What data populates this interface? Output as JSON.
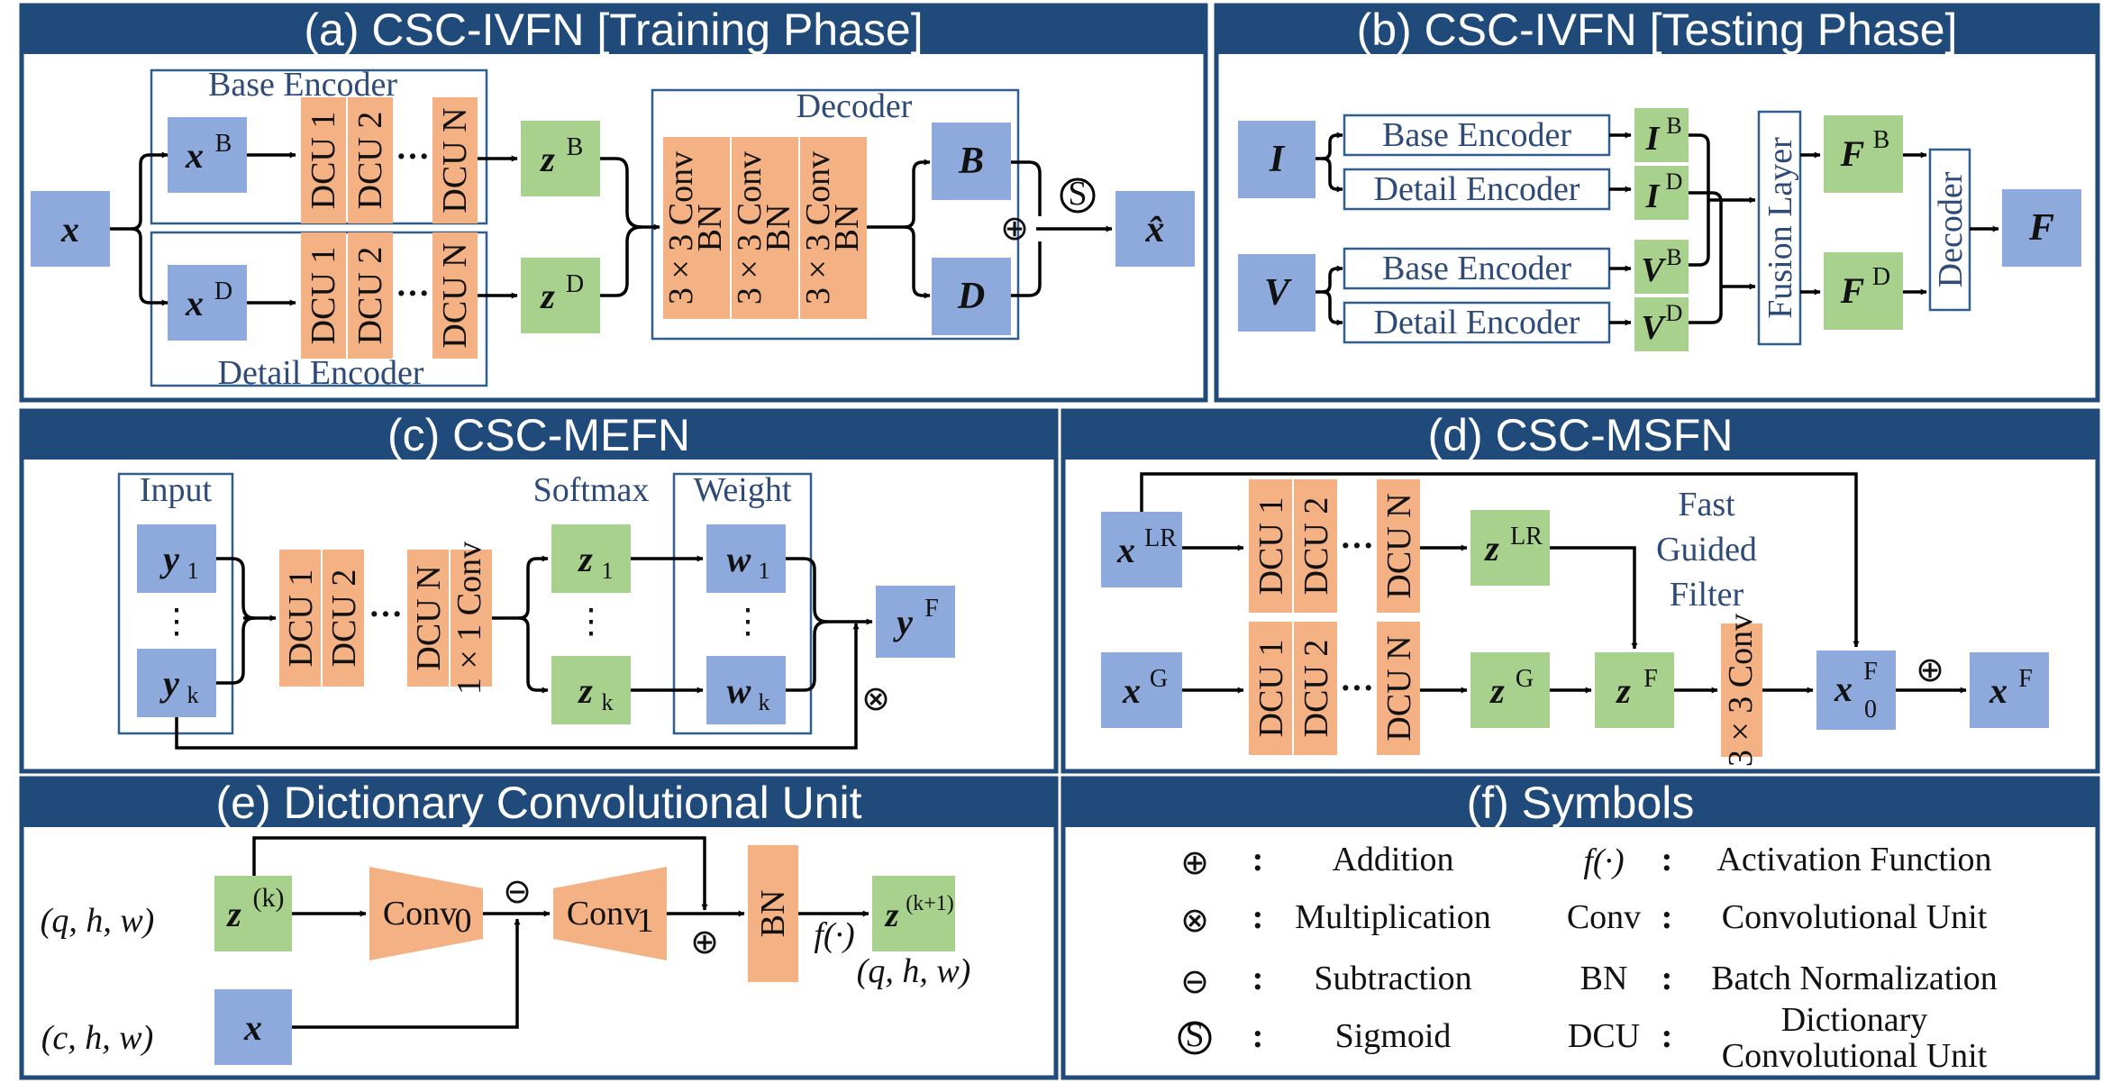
{
  "colors": {
    "panel_header": "#1f4a7a",
    "panel_border": "#1f4a7a",
    "blue_node": "#8ea9db",
    "green_node": "#a9d18e",
    "orange_block": "#f4b183",
    "label_text": "#2e4a78"
  },
  "panels": {
    "a": {
      "title": "(a) CSC-IVFN [Training Phase]",
      "base_encoder": "Base Encoder",
      "detail_encoder": "Detail Encoder",
      "decoder": "Decoder",
      "input": "x",
      "xB": "x",
      "xB_sup": "B",
      "xD": "x",
      "xD_sup": "D",
      "dcu1": "DCU 1",
      "dcu2": "DCU 2",
      "dcuN": "DCU N",
      "dots": "···",
      "zB": "z",
      "zB_sup": "B",
      "zD": "z",
      "zD_sup": "D",
      "conv": "3 × 3 Conv",
      "bn": "BN",
      "B": "B",
      "D": "D",
      "add": "⊕",
      "sigmoid": "S",
      "output": "x̂"
    },
    "b": {
      "title": "(b) CSC-IVFN [Testing Phase]",
      "I": "I",
      "V": "V",
      "base_encoder": "Base Encoder",
      "detail_encoder": "Detail Encoder",
      "IB": "I",
      "IB_sup": "B",
      "ID": "I",
      "ID_sup": "D",
      "VB": "V",
      "VB_sup": "B",
      "VD": "V",
      "VD_sup": "D",
      "fusion": "Fusion Layer",
      "FB": "F",
      "FB_sup": "B",
      "FD": "F",
      "FD_sup": "D",
      "decoder": "Decoder",
      "F": "F"
    },
    "c": {
      "title": "(c) CSC-MEFN",
      "input_label": "Input",
      "softmax_label": "Softmax",
      "weight_label": "Weight",
      "y1": "y",
      "y1_sub": "1",
      "yk": "y",
      "yk_sub": "k",
      "vdots": "⋮",
      "dcu1": "DCU 1",
      "dcu2": "DCU 2",
      "dcuN": "DCU N",
      "conv1": "1 × 1 Conv",
      "dots": "···",
      "z1": "z",
      "z1_sub": "1",
      "zk": "z",
      "zk_sub": "k",
      "w1": "w",
      "w1_sub": "1",
      "wk": "w",
      "wk_sub": "k",
      "yF": "y",
      "yF_sup": "F",
      "mult": "⊗"
    },
    "d": {
      "title": "(d) CSC-MSFN",
      "xLR": "x",
      "xLR_sup": "LR",
      "xG": "x",
      "xG_sup": "G",
      "dcu1": "DCU 1",
      "dcu2": "DCU 2",
      "dcuN": "DCU N",
      "dots": "···",
      "zLR": "z",
      "zLR_sup": "LR",
      "zG": "z",
      "zG_sup": "G",
      "fgf_1": "Fast",
      "fgf_2": "Guided",
      "fgf_3": "Filter",
      "zF": "z",
      "zF_sup": "F",
      "conv3": "3 × 3 Conv",
      "x0F": "x",
      "x0F_sup": "F",
      "x0F_sub": "0",
      "add": "⊕",
      "xF": "x",
      "xF_sup": "F"
    },
    "e": {
      "title": "(e) Dictionary Convolutional Unit",
      "dim_qhw": "(q, h, w)",
      "dim_chw": "(c, h, w)",
      "zk": "z",
      "zk_sup": "(k)",
      "conv0": "Conv",
      "conv0_sub": "0",
      "conv1": "Conv",
      "conv1_sub": "1",
      "minus": "⊖",
      "plus": "⊕",
      "bn": "BN",
      "f": "f(·)",
      "zk1": "z",
      "zk1_sup": "(k+1)",
      "dim_out": "(q, h, w)",
      "x": "x"
    },
    "f": {
      "title": "(f) Symbols",
      "colon": ":",
      "add_sym": "⊕",
      "add_name": "Addition",
      "mul_sym": "⊗",
      "mul_name": "Multiplication",
      "sub_sym": "⊖",
      "sub_name": "Subtraction",
      "sig_sym": "S",
      "sig_name": "Sigmoid",
      "act_sym": "f(·)",
      "act_name": "Activation Function",
      "conv_sym": "Conv",
      "conv_name": "Convolutional Unit",
      "bn_sym": "BN",
      "bn_name": "Batch Normalization",
      "dcu_sym": "DCU",
      "dcu_name_1": "Dictionary",
      "dcu_name_2": "Convolutional Unit"
    }
  }
}
